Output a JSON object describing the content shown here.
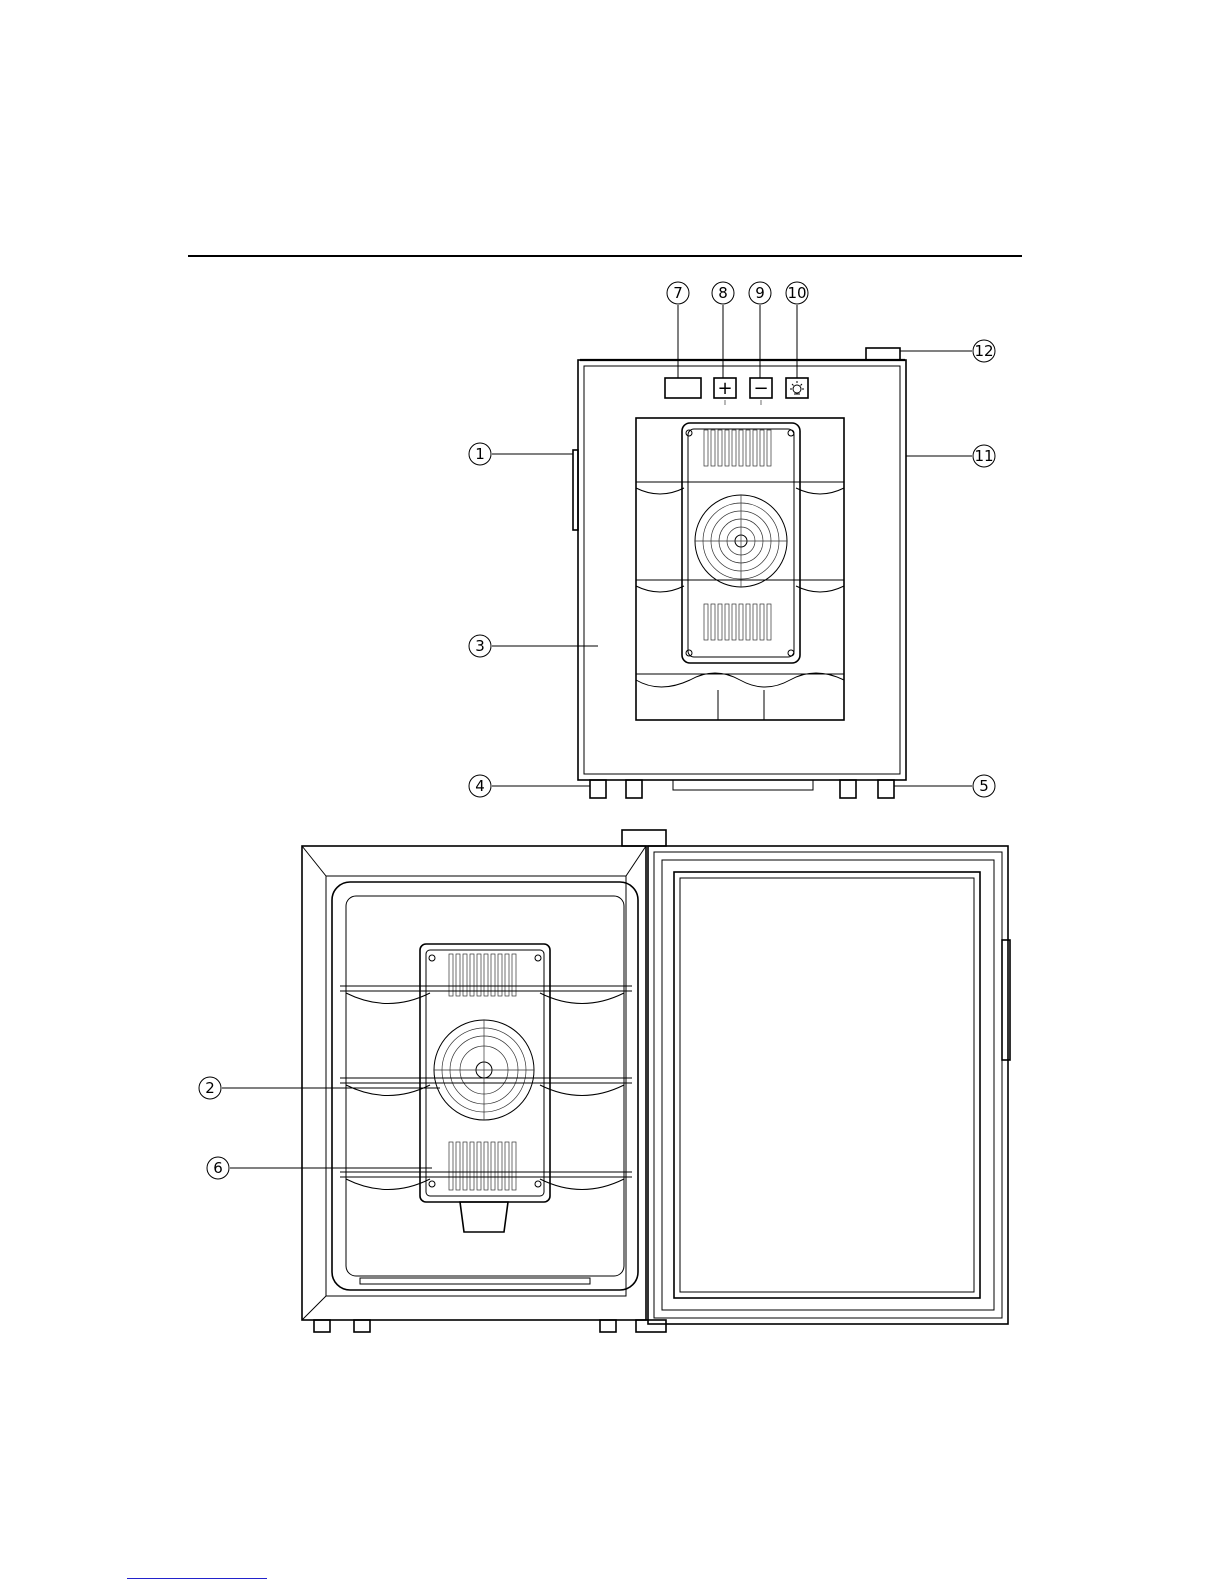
{
  "callouts": [
    {
      "id": "c1",
      "label": "1"
    },
    {
      "id": "c2",
      "label": "2"
    },
    {
      "id": "c3",
      "label": "3"
    },
    {
      "id": "c4",
      "label": "4"
    },
    {
      "id": "c5",
      "label": "5"
    },
    {
      "id": "c6",
      "label": "6"
    },
    {
      "id": "c7",
      "label": "7"
    },
    {
      "id": "c8",
      "label": "8"
    },
    {
      "id": "c9",
      "label": "9"
    },
    {
      "id": "c10",
      "label": "10"
    },
    {
      "id": "c11",
      "label": "11"
    },
    {
      "id": "c12",
      "label": "12"
    }
  ],
  "control_panel": {
    "plus_symbol": "+",
    "minus_symbol": "−",
    "light_icon": "light-icon"
  },
  "colors": {
    "line": "#000000",
    "background": "#ffffff",
    "footer_link": "#2222cc"
  }
}
